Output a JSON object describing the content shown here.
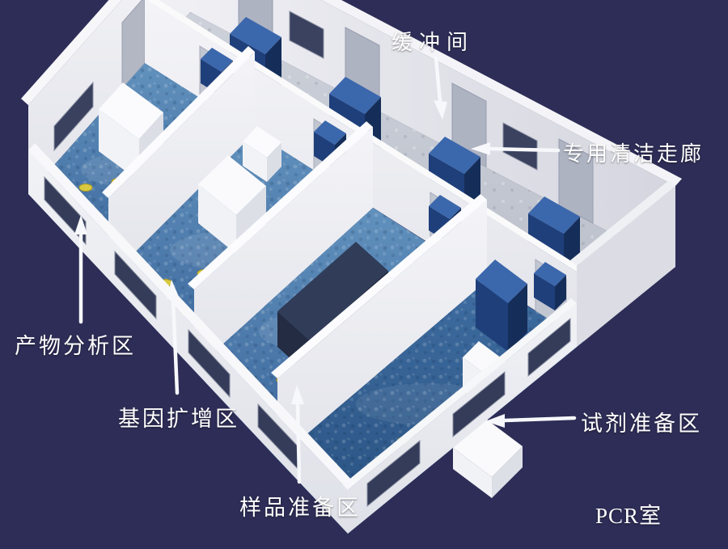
{
  "diagram": {
    "title": "PCR室",
    "labels": {
      "buffer_room": "缓冲间",
      "clean_corridor": "专用清洁走廊",
      "product_analysis": "产物分析区",
      "gene_amplification": "基因扩增区",
      "sample_preparation": "样品准备区",
      "reagent_preparation": "试剂准备区",
      "room_title": "PCR室"
    },
    "colors": {
      "background": "#2d2d57",
      "wall_white": "#f0f1f5",
      "floor_blue": "#4b7cab",
      "floor_blue_dark": "#2f5c90",
      "corridor_floor": "#c6cad4",
      "cabinet_navy": "#1e3f7a",
      "stool_yellow": "#d8c940",
      "label_text": "#ffffff"
    }
  }
}
